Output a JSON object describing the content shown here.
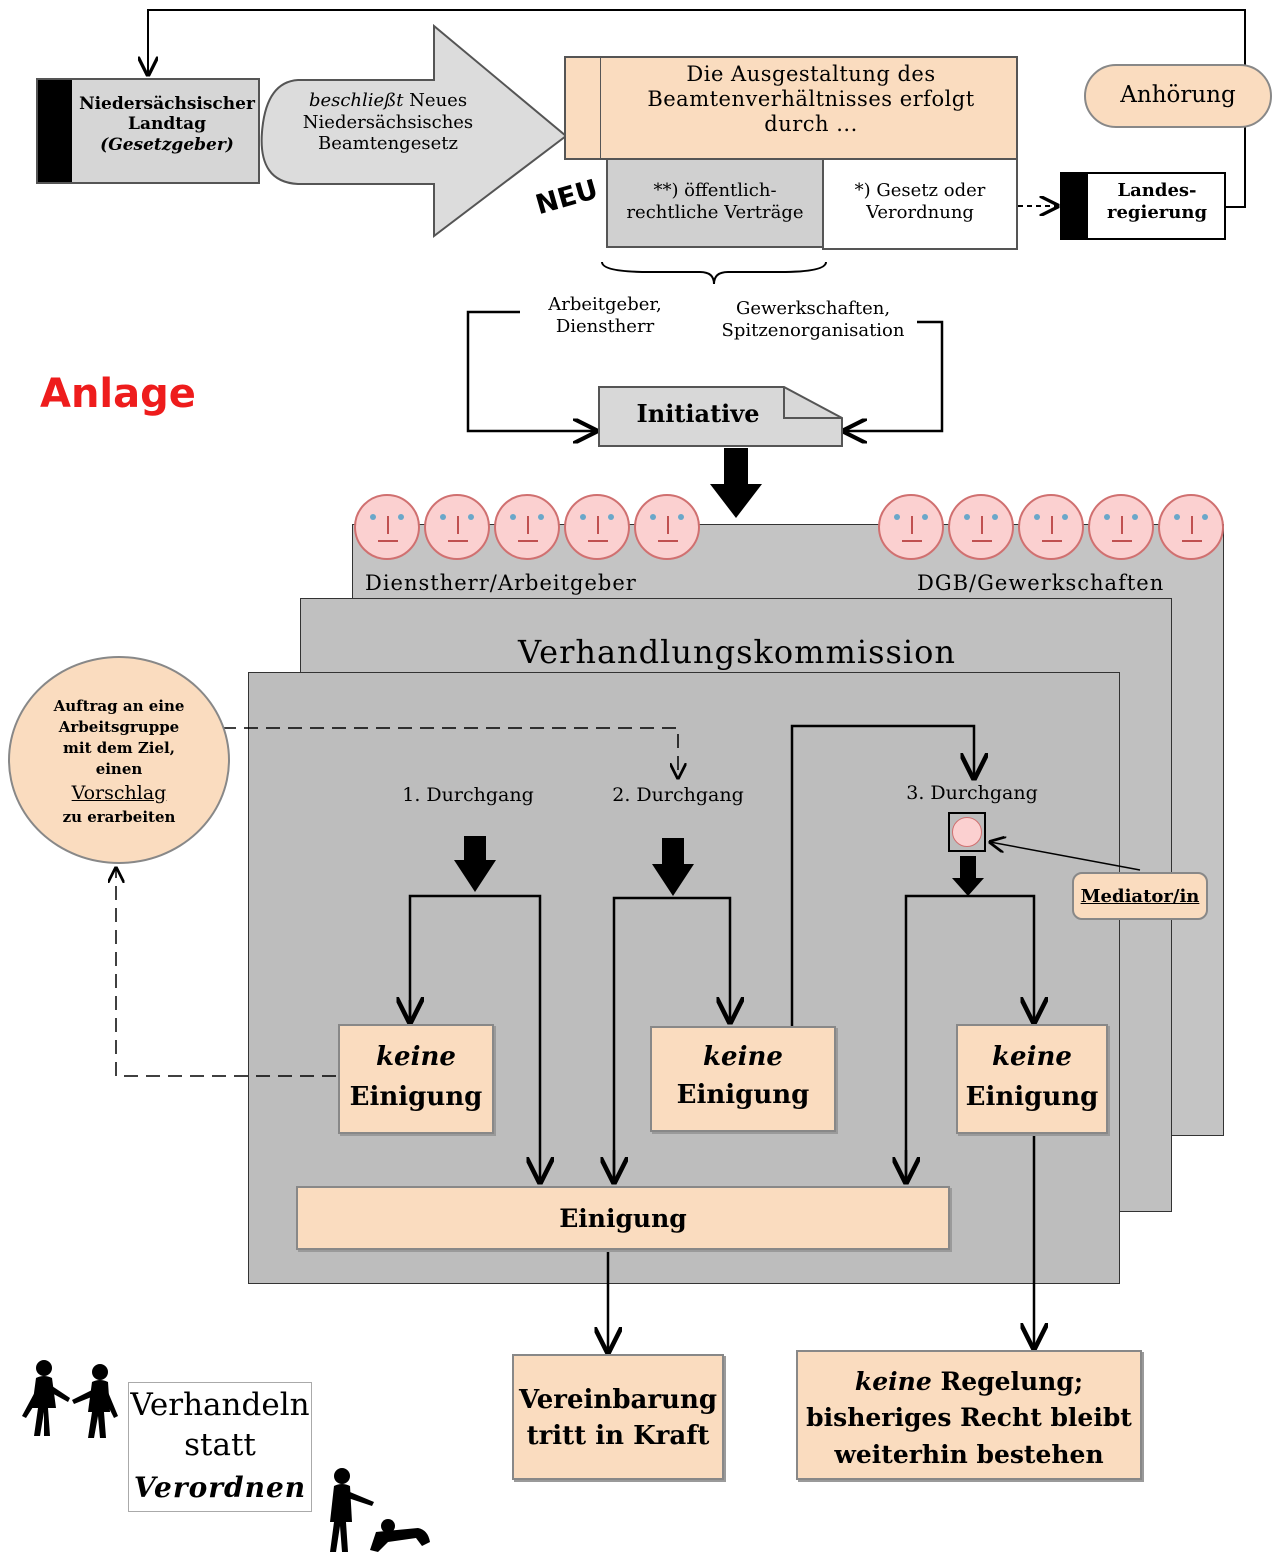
{
  "top": {
    "landtag_line1": "Niedersächsischer",
    "landtag_line2": "Landtag",
    "landtag_line3": "(Gesetzgeber)",
    "arrow_verb": "beschließt",
    "arrow_rest1": " Neues",
    "arrow_line2": "Niedersächsisches",
    "arrow_line3": "Beamtengesetz",
    "ausgestaltung_line1": "Die Ausgestaltung des",
    "ausgestaltung_line2": "Beamtenverhältnisses erfolgt",
    "ausgestaltung_line3": "durch ...",
    "vertraege_line1": "**) öffentlich-",
    "vertraege_line2": "rechtliche Verträge",
    "gesetz_line1": "*) Gesetz oder",
    "gesetz_line2": "Verordnung",
    "neu": "NEU",
    "anhoerung": "Anhörung",
    "landesregierung_line1": "Landes-",
    "landesregierung_line2": "regierung"
  },
  "parties": {
    "arbeitgeber_line1": "Arbeitgeber,",
    "arbeitgeber_line2": "Dienstherr",
    "gewerkschaften_line1": "Gewerkschaften,",
    "gewerkschaften_line2": "Spitzenorganisation"
  },
  "anlage": "Anlage",
  "initiative": "Initiative",
  "commission": {
    "left_label": "Dienstherr/Arbeitgeber",
    "right_label": "DGB/Gewerkschaften",
    "title": "Verhandlungskommission"
  },
  "auftrag": {
    "line1": "Auftrag an eine",
    "line2": "Arbeitsgruppe",
    "line3": "mit dem Ziel,",
    "line4": "einen",
    "line5": "Vorschlag",
    "line6": "zu erarbeiten"
  },
  "rounds": {
    "r1": "1. Durchgang",
    "r2": "2. Durchgang",
    "r3": "3. Durchgang",
    "keine": "keine",
    "einigung": "Einigung",
    "mediator": "Mediator/in"
  },
  "einigung": "Einigung",
  "results": {
    "vereinbarung_line1": "Vereinbarung",
    "vereinbarung_line2": "tritt in Kraft",
    "keine": "keine",
    "regelung_rest": " Regelung;",
    "regelung_line2": "bisheriges Recht bleibt",
    "regelung_line3": "weiterhin bestehen"
  },
  "motto": {
    "line1": "Verhandeln",
    "line2": "statt",
    "line3": "Verordnen"
  },
  "colors": {
    "peach": "#fadcbf",
    "grey_panel": "#bdbdbd",
    "grey_box": "#c6c6c6",
    "anlage_red": "#ee1c1c",
    "face_fill": "#fbd0d0"
  }
}
